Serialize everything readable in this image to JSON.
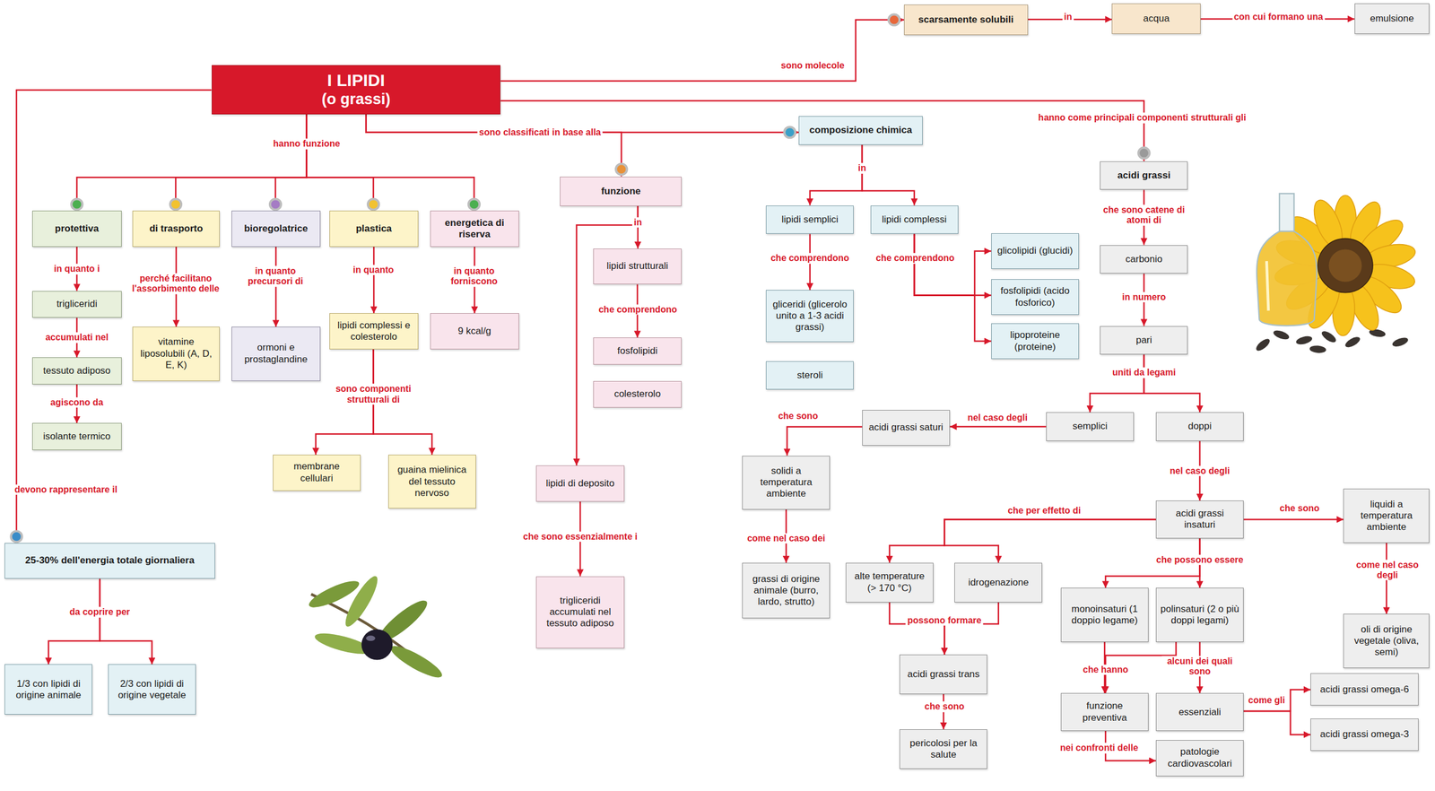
{
  "diagram": {
    "nodes": [
      {
        "text": [
          "I LIPIDI",
          "(o grassi)"
        ]
      },
      {
        "text": [
          "scarsamente solubili"
        ]
      },
      {
        "text": [
          "acqua"
        ]
      },
      {
        "text": [
          "emulsione"
        ]
      },
      {
        "text": [
          "protettiva"
        ]
      },
      {
        "text": [
          "di trasporto"
        ]
      },
      {
        "text": [
          "bioregolatrice"
        ]
      },
      {
        "text": [
          "plastica"
        ]
      },
      {
        "text": [
          "energetica di riserva"
        ]
      },
      {
        "text": [
          "trigliceridi"
        ]
      },
      {
        "text": [
          "tessuto adiposo"
        ]
      },
      {
        "text": [
          "isolante termico"
        ]
      },
      {
        "text": [
          "vitamine liposolubili (A, D, E, K)"
        ]
      },
      {
        "text": [
          "ormoni e prostaglandine"
        ]
      },
      {
        "text": [
          "lipidi complessi e colesterolo"
        ]
      },
      {
        "text": [
          "membrane cellulari"
        ]
      },
      {
        "text": [
          "guaina mielinica del tessuto nervoso"
        ]
      },
      {
        "text": [
          "9 kcal/g"
        ]
      },
      {
        "text": [
          "funzione"
        ]
      },
      {
        "text": [
          "lipidi strutturali"
        ]
      },
      {
        "text": [
          "fosfolipidi"
        ]
      },
      {
        "text": [
          "colesterolo"
        ]
      },
      {
        "text": [
          "lipidi di deposito"
        ]
      },
      {
        "text": [
          "trigliceridi accumulati nel tessuto adiposo"
        ]
      },
      {
        "text": [
          "composizione chimica"
        ]
      },
      {
        "text": [
          "lipidi semplici"
        ]
      },
      {
        "text": [
          "lipidi complessi"
        ]
      },
      {
        "text": [
          "gliceridi (glicerolo unito a 1-3 acidi grassi)"
        ]
      },
      {
        "text": [
          "steroli"
        ]
      },
      {
        "text": [
          "glicolipidi (glucidi)"
        ]
      },
      {
        "text": [
          "fosfolipidi (acido fosforico)"
        ]
      },
      {
        "text": [
          "lipoproteine (proteine)"
        ]
      },
      {
        "text": [
          "acidi grassi"
        ]
      },
      {
        "text": [
          "carbonio"
        ]
      },
      {
        "text": [
          "pari"
        ]
      },
      {
        "text": [
          "semplici"
        ]
      },
      {
        "text": [
          "doppi"
        ]
      },
      {
        "text": [
          "acidi grassi saturi"
        ]
      },
      {
        "text": [
          "solidi a temperatura ambiente"
        ]
      },
      {
        "text": [
          "grassi di origine animale (burro, lardo, strutto)"
        ]
      },
      {
        "text": [
          "acidi grassi insaturi"
        ]
      },
      {
        "text": [
          "liquidi a temperatura ambiente"
        ]
      },
      {
        "text": [
          "oli di origine vegetale (oliva, semi)"
        ]
      },
      {
        "text": [
          "alte temperature (> 170 °C)"
        ]
      },
      {
        "text": [
          "idrogenazione"
        ]
      },
      {
        "text": [
          "acidi grassi trans"
        ]
      },
      {
        "text": [
          "pericolosi per la salute"
        ]
      },
      {
        "text": [
          "monoinsaturi (1 doppio legame)"
        ]
      },
      {
        "text": [
          "polinsaturi (2 o più doppi legami)"
        ]
      },
      {
        "text": [
          "funzione preventiva"
        ]
      },
      {
        "text": [
          "essenziali"
        ]
      },
      {
        "text": [
          "patologie cardiovascolari"
        ]
      },
      {
        "text": [
          "acidi grassi omega-6"
        ]
      },
      {
        "text": [
          "acidi grassi omega-3"
        ]
      },
      {
        "text": [
          "25-30% dell'energia totale giornaliera"
        ]
      },
      {
        "text": [
          "1/3 con lipidi di origine animale"
        ]
      },
      {
        "text": [
          "2/3 con lipidi di origine vegetale"
        ]
      }
    ],
    "edges": [
      {
        "from": 0,
        "to": 1,
        "arrow": "to",
        "label": "sono molecole"
      },
      {
        "from": 1,
        "to": 2,
        "arrow": "to",
        "label": "in"
      },
      {
        "from": 2,
        "to": 3,
        "arrow": "to",
        "label": "con cui formano una"
      },
      {
        "from": 0,
        "to": 4,
        "arrow": "to",
        "label": "hanno funzione"
      },
      {
        "from": 0,
        "to": 5,
        "arrow": "to"
      },
      {
        "from": 0,
        "to": 6,
        "arrow": "to"
      },
      {
        "from": 0,
        "to": 7,
        "arrow": "to"
      },
      {
        "from": 0,
        "to": 8,
        "arrow": "to"
      },
      {
        "from": 4,
        "to": 9,
        "arrow": "to",
        "label": "in quanto i"
      },
      {
        "from": 9,
        "to": 10,
        "arrow": "to",
        "label": "accumulati nel"
      },
      {
        "from": 10,
        "to": 11,
        "arrow": "to",
        "label": "agiscono da"
      },
      {
        "from": 5,
        "to": 12,
        "arrow": "to",
        "label": "perché facilitano l'assorbimento delle"
      },
      {
        "from": 6,
        "to": 13,
        "arrow": "to",
        "label": "in quanto precursori di"
      },
      {
        "from": 7,
        "to": 14,
        "arrow": "to",
        "label": "in quanto"
      },
      {
        "from": 14,
        "to": 15,
        "arrow": "to",
        "label": "sono componenti strutturali di"
      },
      {
        "from": 14,
        "to": 16,
        "arrow": "to"
      },
      {
        "from": 8,
        "to": 17,
        "arrow": "to",
        "label": "in quanto forniscono"
      },
      {
        "from": 0,
        "to": 18,
        "arrow": "to",
        "label": "sono classificati in base alla"
      },
      {
        "from": 0,
        "to": 24,
        "arrow": "to"
      },
      {
        "from": 18,
        "to": 19,
        "arrow": "to",
        "label": "in"
      },
      {
        "from": 18,
        "to": 22,
        "arrow": "to"
      },
      {
        "from": 19,
        "to": 20,
        "arrow": "to",
        "label": "che comprendono"
      },
      {
        "from": 22,
        "to": 23,
        "arrow": "to",
        "label": "che sono essenzialmente i"
      },
      {
        "from": 24,
        "to": 25,
        "arrow": "to",
        "label": "in"
      },
      {
        "from": 24,
        "to": 26,
        "arrow": "to"
      },
      {
        "from": 25,
        "to": 27,
        "arrow": "to",
        "label": "che comprendono"
      },
      {
        "from": 26,
        "to": 29,
        "arrow": "to",
        "label": "che comprendono"
      },
      {
        "from": 26,
        "to": 30,
        "arrow": "to"
      },
      {
        "from": 26,
        "to": 31,
        "arrow": "to"
      },
      {
        "from": 0,
        "to": 32,
        "arrow": "to",
        "label": "hanno come principali componenti strutturali gli"
      },
      {
        "from": 32,
        "to": 33,
        "arrow": "to",
        "label": "che sono catene di atomi di"
      },
      {
        "from": 33,
        "to": 34,
        "arrow": "to",
        "label": "in numero"
      },
      {
        "from": 34,
        "to": 35,
        "arrow": "to",
        "label": "uniti da legami"
      },
      {
        "from": 34,
        "to": 36,
        "arrow": "to"
      },
      {
        "from": 35,
        "to": 37,
        "arrow": "to",
        "label": "nel caso degli"
      },
      {
        "from": 37,
        "to": 38,
        "arrow": "to",
        "label": "che sono"
      },
      {
        "from": 38,
        "to": 39,
        "arrow": "to",
        "label": "come nel caso dei"
      },
      {
        "from": 36,
        "to": 40,
        "arrow": "to",
        "label": "nel caso degli"
      },
      {
        "from": 40,
        "to": 41,
        "arrow": "to",
        "label": "che sono"
      },
      {
        "from": 41,
        "to": 42,
        "arrow": "to",
        "label": "come nel caso degli"
      },
      {
        "from": 40,
        "to": 43,
        "arrow": "to",
        "label": "che per effetto di"
      },
      {
        "from": 40,
        "to": 44,
        "arrow": "to"
      },
      {
        "from": 43,
        "to": 45,
        "arrow": "to",
        "label": "possono formare"
      },
      {
        "from": 44,
        "to": 45,
        "arrow": "to"
      },
      {
        "from": 45,
        "to": 46,
        "arrow": "to",
        "label": "che sono"
      },
      {
        "from": 40,
        "to": 47,
        "arrow": "to",
        "label": "che possono essere"
      },
      {
        "from": 40,
        "to": 48,
        "arrow": "to"
      },
      {
        "from": 47,
        "to": 49,
        "arrow": "to",
        "label": "che hanno"
      },
      {
        "from": 48,
        "to": 49,
        "arrow": "to"
      },
      {
        "from": 48,
        "to": 50,
        "arrow": "to",
        "label": "alcuni dei quali sono"
      },
      {
        "from": 50,
        "to": 52,
        "arrow": "to",
        "label": "come gli"
      },
      {
        "from": 50,
        "to": 53,
        "arrow": "to"
      },
      {
        "from": 49,
        "to": 51,
        "arrow": "to",
        "label": "nei confronti delle"
      },
      {
        "from": 0,
        "to": 54,
        "arrow": "to",
        "label": "devono rappresentare il"
      },
      {
        "from": 54,
        "to": 55,
        "arrow": "to",
        "label": "da coprire per"
      },
      {
        "from": 54,
        "to": 56,
        "arrow": "to"
      }
    ]
  }
}
